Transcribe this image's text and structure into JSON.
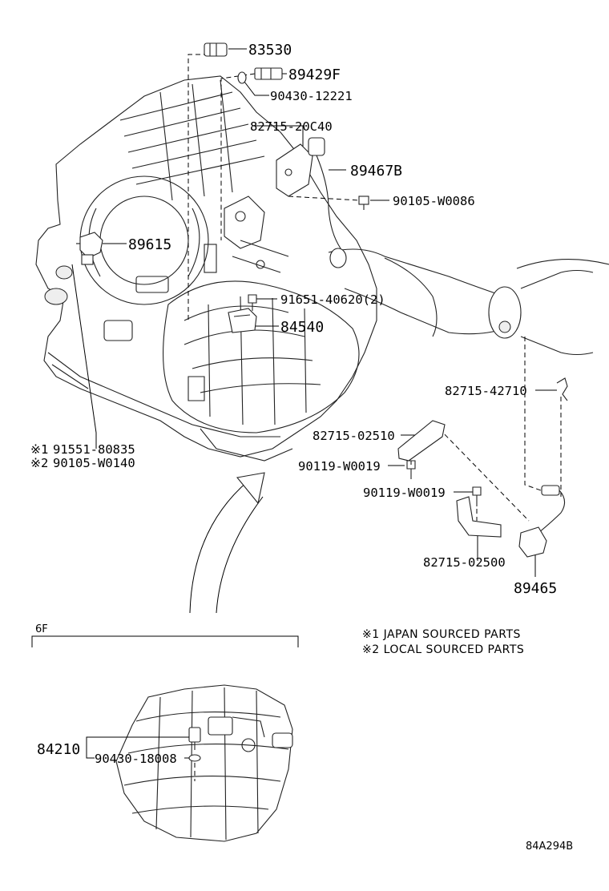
{
  "parts": {
    "p83530": "83530",
    "p89429f": "89429F",
    "p90430_12221": "90430-12221",
    "p82715_20c40": "82715-20C40",
    "p89467b": "89467B",
    "p90105_w0086": "90105-W0086",
    "p89615": "89615",
    "p91651_40620": "91651-40620(2)",
    "p84540": "84540",
    "p82715_42710": "82715-42710",
    "p82715_02510": "82715-02510",
    "p90119_w0019_a": "90119-W0019",
    "p90119_w0019_b": "90119-W0019",
    "p82715_02500": "82715-02500",
    "p89465": "89465",
    "p91551_80835": "91551-80835",
    "p90105_w0140": "90105-W0140",
    "p84210": "84210",
    "p90430_18008": "90430-18008"
  },
  "marks": {
    "mark1": "※1",
    "mark2": "※2"
  },
  "legend": {
    "note1": "※1 JAPAN SOURCED PARTS",
    "note2": "※2 LOCAL SOURCED PARTS"
  },
  "section_label": "6F",
  "diagram_code": "84A294B"
}
